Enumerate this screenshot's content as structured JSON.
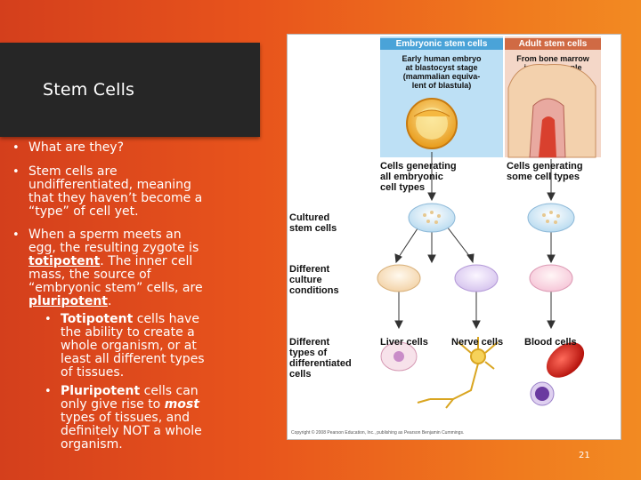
{
  "slide": {
    "title": "Stem Cells",
    "page_number": "21"
  },
  "bullets": {
    "b1": "What are they?",
    "b2_lines": [
      "Stem cells are",
      "undifferentiated, meaning",
      "that they haven’t become a",
      "“type” of cell yet."
    ],
    "b3_l1": "When a sperm meets an",
    "b3_l2": "egg, the resulting zygote is",
    "b3_totipotent": "totipotent",
    "b3_l3_rest": ". The inner cell",
    "b3_l4": "mass, the source of",
    "b3_l5": "“embryonic stem” cells, are",
    "b3_pluripotent": "pluripotent",
    "b3_period": ".",
    "s1_bold": "Totipotent",
    "s1_l1_rest": " cells have",
    "s1_lines": [
      "the ability to create a",
      "whole organism, or at",
      "least all different types",
      "of tissues."
    ],
    "s2_bold": "Pluripotent",
    "s2_l1_rest": " cells can",
    "s2_l2": "only give rise to ",
    "s2_most": "most",
    "s2_lines": [
      "types of tissues, and",
      "definitely NOT a whole",
      "organism."
    ],
    "bullet_glyph": "•"
  },
  "figure": {
    "embryonic_header": "Embryonic stem cells",
    "adult_header": "Adult stem cells",
    "embryonic_desc": [
      "Early human embryo",
      "at blastocyst stage",
      "(mammalian equiva-",
      "lent of blastula)"
    ],
    "adult_desc": [
      "From bone marrow",
      "in this example"
    ],
    "gen_all": [
      "Cells generating",
      "all embryonic",
      "cell types"
    ],
    "gen_some": [
      "Cells generating",
      "some cell types"
    ],
    "cultured": [
      "Cultured",
      "stem cells"
    ],
    "different_culture": [
      "Different",
      "culture",
      "conditions"
    ],
    "differentiated": [
      "Different",
      "types of",
      "differentiated",
      "cells"
    ],
    "liver": "Liver cells",
    "nerve": "Nerve cells",
    "blood": "Blood cells",
    "copyright": "Copyright © 2008 Pearson Education, Inc., publishing as Pearson Benjamin Cummings."
  }
}
